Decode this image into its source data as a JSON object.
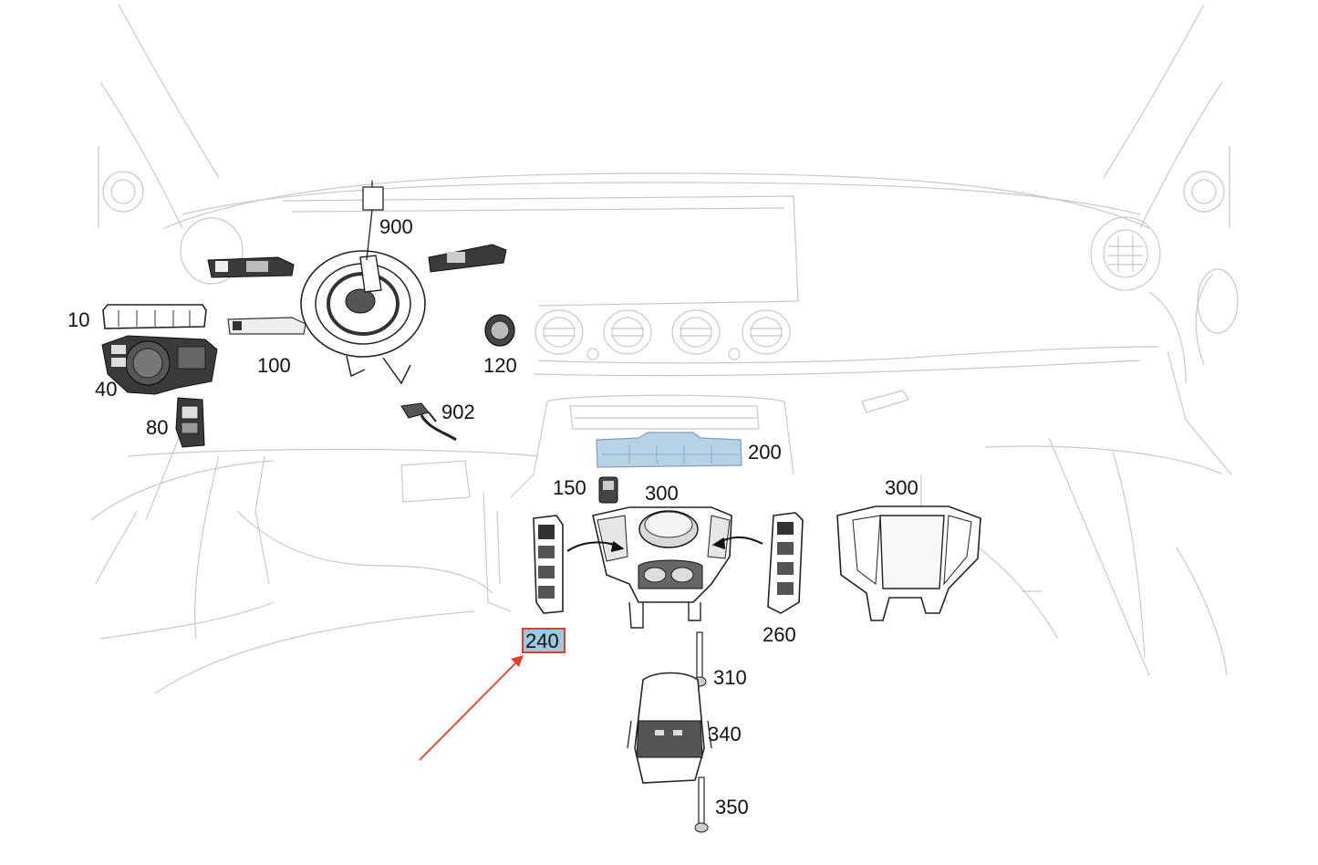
{
  "diagram": {
    "callouts": [
      {
        "id": "10",
        "text": "10"
      },
      {
        "id": "40",
        "text": "40"
      },
      {
        "id": "80",
        "text": "80"
      },
      {
        "id": "100",
        "text": "100"
      },
      {
        "id": "120",
        "text": "120"
      },
      {
        "id": "150",
        "text": "150"
      },
      {
        "id": "200",
        "text": "200"
      },
      {
        "id": "240",
        "text": "240"
      },
      {
        "id": "260",
        "text": "260"
      },
      {
        "id": "300a",
        "text": "300"
      },
      {
        "id": "300b",
        "text": "300"
      },
      {
        "id": "310",
        "text": "310"
      },
      {
        "id": "340",
        "text": "340"
      },
      {
        "id": "350",
        "text": "350"
      },
      {
        "id": "900",
        "text": "900"
      },
      {
        "id": "902",
        "text": "902"
      }
    ],
    "selected": "240",
    "colors": {
      "highlight_fill": "#9ec8df",
      "highlight_border": "#d9412f",
      "arrow": "#e0412c",
      "part_200_tint": "#b7d1e6"
    }
  }
}
